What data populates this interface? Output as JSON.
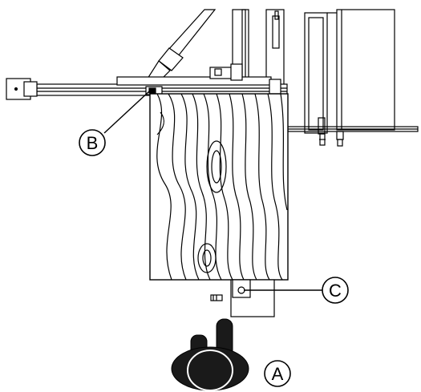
{
  "diagram": {
    "callouts": [
      {
        "id": "B",
        "label": "B"
      },
      {
        "id": "C",
        "label": "C"
      },
      {
        "id": "A",
        "label": "A"
      }
    ]
  },
  "colors": {
    "ink": "#000000",
    "paper": "#ffffff"
  }
}
